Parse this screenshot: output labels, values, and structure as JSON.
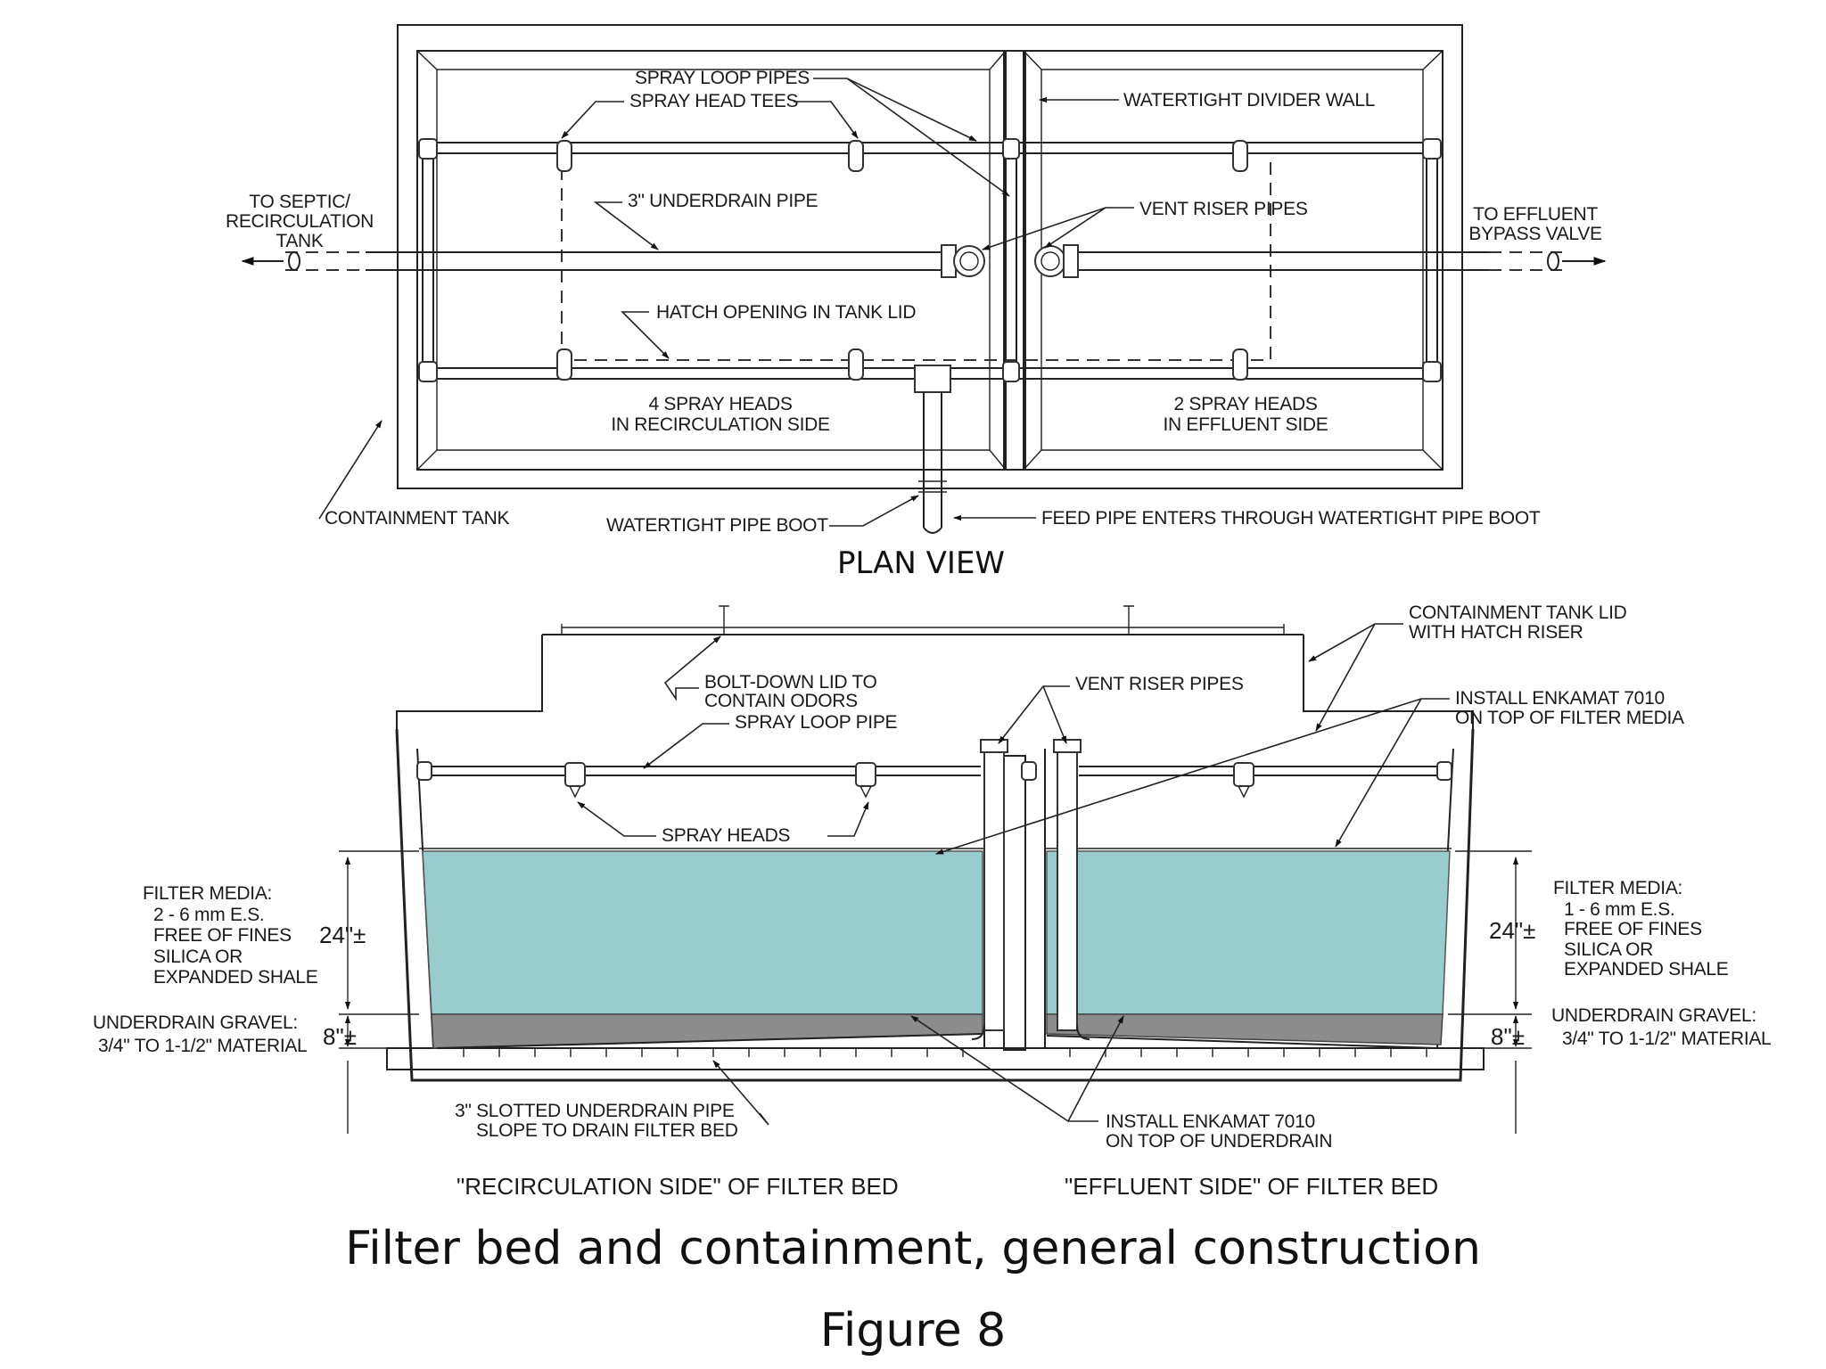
{
  "plan_view": {
    "title": "PLAN VIEW",
    "labels": {
      "spray_loop_pipes": "SPRAY LOOP PIPES",
      "spray_head_tees": "SPRAY HEAD TEES",
      "watertight_divider_wall": "WATERTIGHT DIVIDER WALL",
      "to_septic_1": "TO SEPTIC/",
      "to_septic_2": "RECIRCULATION",
      "to_septic_3": "TANK",
      "underdrain_pipe": "3\" UNDERDRAIN PIPE",
      "vent_riser_pipes": "VENT RISER PIPES",
      "to_effluent_1": "TO EFFLUENT",
      "to_effluent_2": "BYPASS VALVE",
      "hatch_opening": "HATCH OPENING IN TANK LID",
      "recirc_heads_1": "4 SPRAY HEADS",
      "recirc_heads_2": "IN RECIRCULATION SIDE",
      "effluent_heads_1": "2 SPRAY HEADS",
      "effluent_heads_2": "IN EFFLUENT SIDE",
      "containment_tank": "CONTAINMENT TANK",
      "watertight_pipe_boot": "WATERTIGHT PIPE BOOT",
      "feed_pipe": "FEED PIPE ENTERS THROUGH WATERTIGHT PIPE BOOT"
    }
  },
  "section_view": {
    "labels": {
      "tank_lid_1": "CONTAINMENT TANK LID",
      "tank_lid_2": "WITH HATCH RISER",
      "bolt_down_1": "BOLT-DOWN LID TO",
      "bolt_down_2": "CONTAIN ODORS",
      "vent_riser_pipes": "VENT RISER PIPES",
      "enkamat_top_1": "INSTALL ENKAMAT 7010",
      "enkamat_top_2": "ON TOP OF FILTER MEDIA",
      "spray_loop_pipe": "SPRAY LOOP PIPE",
      "spray_heads": "SPRAY HEADS",
      "fm_left_1": "FILTER MEDIA:",
      "fm_left_2": "2 - 6 mm E.S.",
      "fm_left_3": "FREE OF FINES",
      "fm_left_4": "SILICA OR",
      "fm_left_5": "EXPANDED SHALE",
      "fm_right_1": "FILTER MEDIA:",
      "fm_right_2": "1 - 6 mm E.S.",
      "fm_right_3": "FREE OF FINES",
      "fm_right_4": "SILICA OR",
      "fm_right_5": "EXPANDED SHALE",
      "dim_media": "24\"±",
      "dim_gravel": "8\"±",
      "ug_left_1": "UNDERDRAIN GRAVEL:",
      "ug_left_2": "3/4\" TO 1-1/2\" MATERIAL",
      "ug_right_1": "UNDERDRAIN GRAVEL:",
      "ug_right_2": "3/4\" TO 1-1/2\" MATERIAL",
      "slotted_1": "3\" SLOTTED UNDERDRAIN PIPE",
      "slotted_2": "SLOPE TO DRAIN FILTER BED",
      "enkamat_under_1": "INSTALL ENKAMAT 7010",
      "enkamat_under_2": "ON TOP OF UNDERDRAIN",
      "recirc_side": "\"RECIRCULATION SIDE\" OF FILTER BED",
      "effluent_side": "\"EFFLUENT SIDE\" OF FILTER BED"
    }
  },
  "caption": {
    "title": "Filter bed and containment, general construction",
    "figure": "Figure 8"
  },
  "colors": {
    "filter_media": "#99cccc",
    "underdrain_gravel": "#8c8c8c",
    "line": "#222222"
  }
}
